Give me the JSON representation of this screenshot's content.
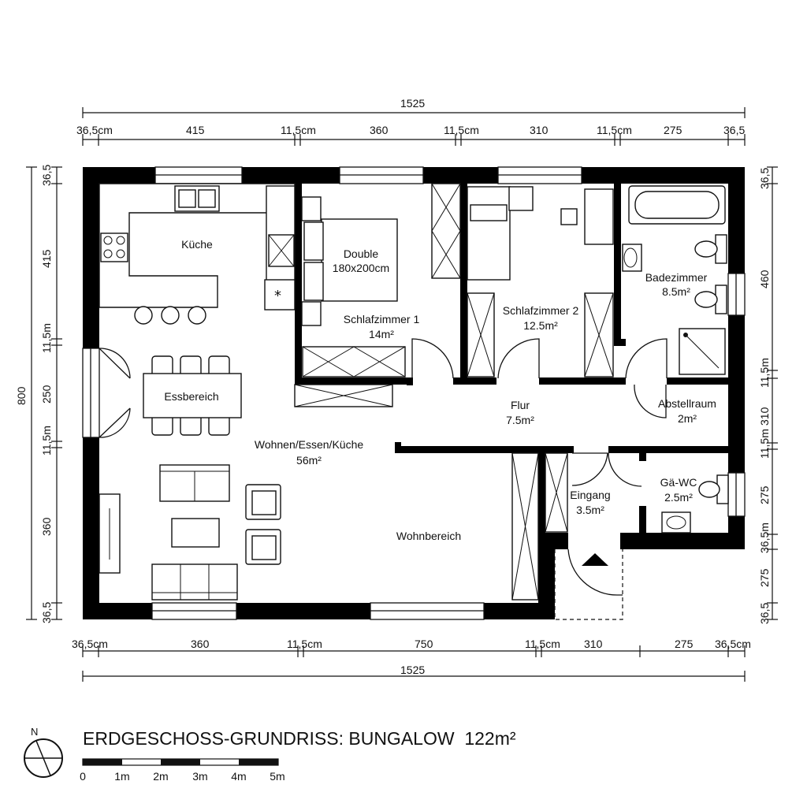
{
  "dimensions": {
    "top_total": "1525",
    "top_segments": [
      "36,5cm",
      "415",
      "11,5cm",
      "360",
      "11,5cm",
      "310",
      "11,5cm",
      "275",
      "36,5"
    ],
    "bottom_total": "1525",
    "bottom_segments": [
      "36,5cm",
      "360",
      "11,5cm",
      "750",
      "11,5cm",
      "310",
      "275",
      "36,5cm"
    ],
    "left_total": "800",
    "left_segments": [
      "36,5",
      "415",
      "11,5m",
      "250",
      "11,5m",
      "360",
      "36,5"
    ],
    "right_segments": [
      "36,5",
      "460",
      "11,5m",
      "310",
      "11,5m",
      "275",
      "36,5m",
      "275",
      "36,5"
    ]
  },
  "rooms": {
    "kueche": {
      "name": "Küche"
    },
    "double_bed": {
      "name": "Double",
      "size": "180x200cm"
    },
    "schlafzimmer1": {
      "name": "Schlafzimmer 1",
      "area": "14m²"
    },
    "schlafzimmer2": {
      "name": "Schlafzimmer 2",
      "area": "12.5m²"
    },
    "badezimmer": {
      "name": "Badezimmer",
      "area": "8.5m²"
    },
    "essbereich": {
      "name": "Essbereich"
    },
    "flur": {
      "name": "Flur",
      "area": "7.5m²"
    },
    "abstellraum": {
      "name": "Abstellraum",
      "area": "2m²"
    },
    "wohnen": {
      "name": "Wohnen/Essen/Küche",
      "area": "56m²"
    },
    "eingang": {
      "name": "Eingang",
      "area": "3.5m²"
    },
    "gaeste_wc": {
      "name": "Gä-WC",
      "area": "2.5m²"
    },
    "wohnbereich": {
      "name": "Wohnbereich"
    }
  },
  "title": "ERDGESCHOSS-GRUNDRISS: BUNGALOW  122m²",
  "north_label": "N",
  "scale_bar": {
    "labels": [
      "0",
      "1m",
      "2m",
      "3m",
      "4m",
      "5m"
    ]
  }
}
